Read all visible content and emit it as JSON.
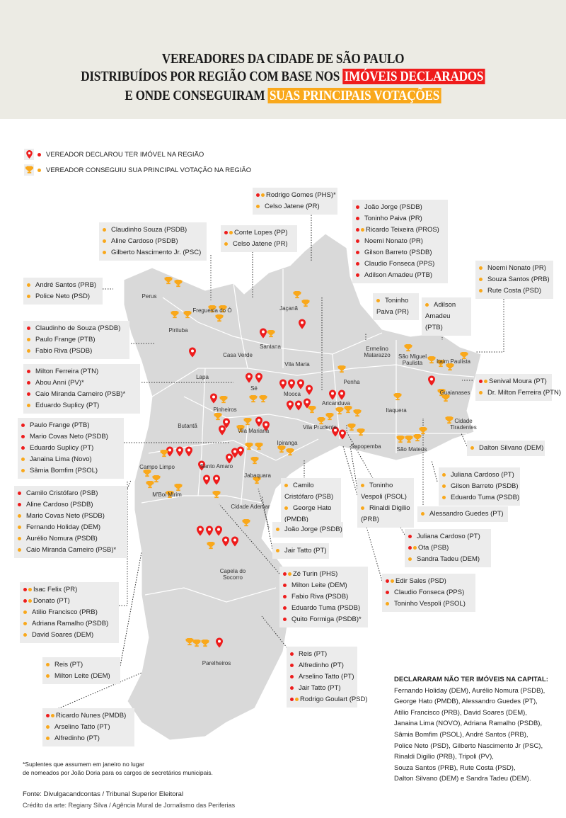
{
  "title": {
    "line1": "VEREADORES DA CIDADE DE SÃO PAULO",
    "line2_a": "DISTRIBUÍDOS POR REGIÃO COM BASE NOS",
    "line2_b": "IMÓVEIS DECLARADOS",
    "line3_a": "E ONDE CONSEGUIRAM",
    "line3_b": "SUAS PRINCIPAIS VOTAÇÕES"
  },
  "colors": {
    "property": "#ee1c1c",
    "votes": "#f9a81b",
    "map": "#d9d9d9",
    "header_bg": "#ecebe4"
  },
  "legend": {
    "property": "VEREADOR DECLAROU TER IMÓVEL NA REGIÃO",
    "votes": "VEREADOR CONSEGUIU SUA PRINCIPAL VOTAÇÃO NA REGIÃO"
  },
  "regions": [
    "Perus",
    "Pirituba",
    "Freguesia do Ó",
    "Jaçanã",
    "Santana",
    "Casa Verde",
    "Vila Maria",
    "Lapa",
    "Sé",
    "Mooca",
    "Aricanduva",
    "Ermelino Matarazzo",
    "São Miguel Paulista",
    "Itaim Paulista",
    "Penha",
    "Guaianases",
    "Itaquera",
    "Cidade Tiradentes",
    "Pinheiros",
    "Butantã",
    "Vila Mariana",
    "Vila Prudente",
    "Ipiranga",
    "Sapopemba",
    "São Mateus",
    "Campo Limpo",
    "Santo Amaro",
    "Jabaquara",
    "M'Boi Mirim",
    "Cidade Ademar",
    "Capela do Socorro",
    "Parelheiros"
  ],
  "boxes": [
    [
      [
        "ro",
        "Rodrigo Gomes (PHS)*"
      ],
      [
        "o",
        "Celso Jatene (PR)"
      ]
    ],
    [
      [
        "r",
        "João Jorge (PSDB)"
      ],
      [
        "r",
        "Toninho Paiva (PR)"
      ],
      [
        "ro",
        "Ricardo Teixeira (PROS)"
      ],
      [
        "r",
        "Noemi Nonato (PR)"
      ],
      [
        "r",
        "Gilson Barreto (PSDB)"
      ],
      [
        "r",
        "Claudio Fonseca (PPS)"
      ],
      [
        "r",
        "Adilson Amadeu (PTB)"
      ]
    ],
    [
      [
        "o",
        "Claudinho Souza (PSDB)"
      ],
      [
        "o",
        "Aline Cardoso (PSDB)"
      ],
      [
        "o",
        "Gilberto Nascimento Jr. (PSC)"
      ]
    ],
    [
      [
        "ro",
        "Conte Lopes (PP)"
      ],
      [
        "o",
        "Celso Jatene (PR)"
      ]
    ],
    [
      [
        "o",
        "Noemi Nonato (PR)"
      ],
      [
        "o",
        "Souza Santos (PRB)"
      ],
      [
        "o",
        "Rute Costa (PSD)"
      ]
    ],
    [
      [
        "o",
        "André Santos (PRB)"
      ],
      [
        "o",
        "Police Neto (PSD)"
      ]
    ],
    [
      [
        "o",
        "Toninho Paiva (PR)"
      ]
    ],
    [
      [
        "o",
        "Adilson Amadeu (PTB)"
      ]
    ],
    [
      [
        "r",
        "Claudinho de Souza (PSDB)"
      ],
      [
        "o",
        "Paulo Frange (PTB)"
      ],
      [
        "o",
        "Fabio Riva (PSDB)"
      ]
    ],
    [
      [
        "r",
        "Milton Ferreira (PTN)"
      ],
      [
        "r",
        "Abou Anni (PV)*"
      ],
      [
        "r",
        "Caio Miranda Carneiro (PSB)*"
      ],
      [
        "o",
        "Eduardo Suplicy (PT)"
      ]
    ],
    [
      [
        "ro",
        "Senival Moura (PT)"
      ],
      [
        "o",
        "Dr. Milton Ferreira (PTN)"
      ]
    ],
    [
      [
        "r",
        "Paulo Frange (PTB)"
      ],
      [
        "r",
        "Mario Covas Neto (PSDB)"
      ],
      [
        "r",
        "Eduardo Suplicy (PT)"
      ],
      [
        "o",
        "Janaina Lima (Novo)"
      ],
      [
        "o",
        "Sâmia Bomfim (PSOL)"
      ]
    ],
    [
      [
        "o",
        "Dalton Silvano (DEM)"
      ]
    ],
    [
      [
        "o",
        "Juliana Cardoso (PT)"
      ],
      [
        "o",
        "Gilson Barreto (PSDB)"
      ],
      [
        "o",
        "Eduardo Tuma (PSDB)"
      ]
    ],
    [
      [
        "o",
        "Camilo Cristófaro (PSB)"
      ],
      [
        "o",
        "George Hato (PMDB)"
      ]
    ],
    [
      [
        "o",
        "Toninho Vespoli (PSOL)"
      ],
      [
        "o",
        "Rinaldi Digilio (PRB)"
      ]
    ],
    [
      [
        "r",
        "Camilo Cristófaro (PSB)"
      ],
      [
        "r",
        "Aline Cardoso (PSDB)"
      ],
      [
        "o",
        "Mario Covas Neto (PSDB)"
      ],
      [
        "o",
        "Fernando Holiday (DEM)"
      ],
      [
        "o",
        "Aurélio Nomura (PSDB)"
      ],
      [
        "o",
        "Caio Miranda Carneiro (PSB)*"
      ]
    ],
    [
      [
        "o",
        "Alessandro Guedes (PT)"
      ]
    ],
    [
      [
        "o",
        "João Jorge (PSDB)"
      ]
    ],
    [
      [
        "r",
        "Juliana Cardoso (PT)"
      ],
      [
        "ro",
        "Ota (PSB)"
      ],
      [
        "o",
        "Sandra Tadeu (DEM)"
      ]
    ],
    [
      [
        "o",
        "Jair Tatto (PT)"
      ]
    ],
    [
      [
        "ro",
        "Zé Turin (PHS)"
      ],
      [
        "r",
        "Milton Leite (DEM)"
      ],
      [
        "r",
        "Fabio Riva (PSDB)"
      ],
      [
        "r",
        "Eduardo Tuma (PSDB)"
      ],
      [
        "r",
        "Quito Formiga (PSDB)*"
      ]
    ],
    [
      [
        "ro",
        "Edir Sales (PSD)"
      ],
      [
        "r",
        "Claudio Fonseca (PPS)"
      ],
      [
        "o",
        "Toninho Vespoli (PSOL)"
      ]
    ],
    [
      [
        "ro",
        "Isac Felix (PR)"
      ],
      [
        "ro",
        "Donato (PT)"
      ],
      [
        "o",
        "Atilio Francisco (PRB)"
      ],
      [
        "o",
        "Adriana Ramalho (PSDB)"
      ],
      [
        "o",
        "David Soares (DEM)"
      ]
    ],
    [
      [
        "r",
        "Reis (PT)"
      ],
      [
        "r",
        "Alfredinho (PT)"
      ],
      [
        "r",
        "Arselino Tatto (PT)"
      ],
      [
        "r",
        "Jair Tatto (PT)"
      ],
      [
        "ro",
        "Rodrigo Goulart (PSD)"
      ]
    ],
    [
      [
        "o",
        "Reis (PT)"
      ],
      [
        "o",
        "Milton Leite (DEM)"
      ]
    ],
    [
      [
        "ro",
        "Ricardo Nunes (PMDB)"
      ],
      [
        "o",
        "Arselino Tatto (PT)"
      ],
      [
        "o",
        "Alfredinho (PT)"
      ]
    ]
  ],
  "no_property": {
    "heading": "DECLARARAM NÃO TER IMÓVEIS NA CAPITAL:",
    "lines": [
      "Fernando Holiday (DEM), Aurélio Nomura (PSDB),",
      "George Hato (PMDB), Alessandro Guedes (PT),",
      "Atilio Francisco (PRB), David Soares (DEM),",
      "Janaina Lima (NOVO), Adriana Ramalho (PSDB),",
      "Sâmia Bomfim (PSOL), André Santos (PRB),",
      "Police Neto (PSD), Gilberto Nascimento Jr (PSC),",
      "Rinaldi Digilio (PRB), Tripoli (PV),",
      "Souza Santos (PRB), Rute Costa (PSD),",
      "Dalton Silvano (DEM) e Sandra Tadeu (DEM)."
    ]
  },
  "footnote": [
    "*Suplentes que assumem em janeiro no lugar",
    "de nomeados por João Doria para os cargos de secretários municipais."
  ],
  "source": "Fonte: Divulgacandcontas / Tribunal Superior Eleitoral",
  "credit": "Crédito da arte: Regiany Silva / Agência Mural de Jornalismo das Periferias"
}
